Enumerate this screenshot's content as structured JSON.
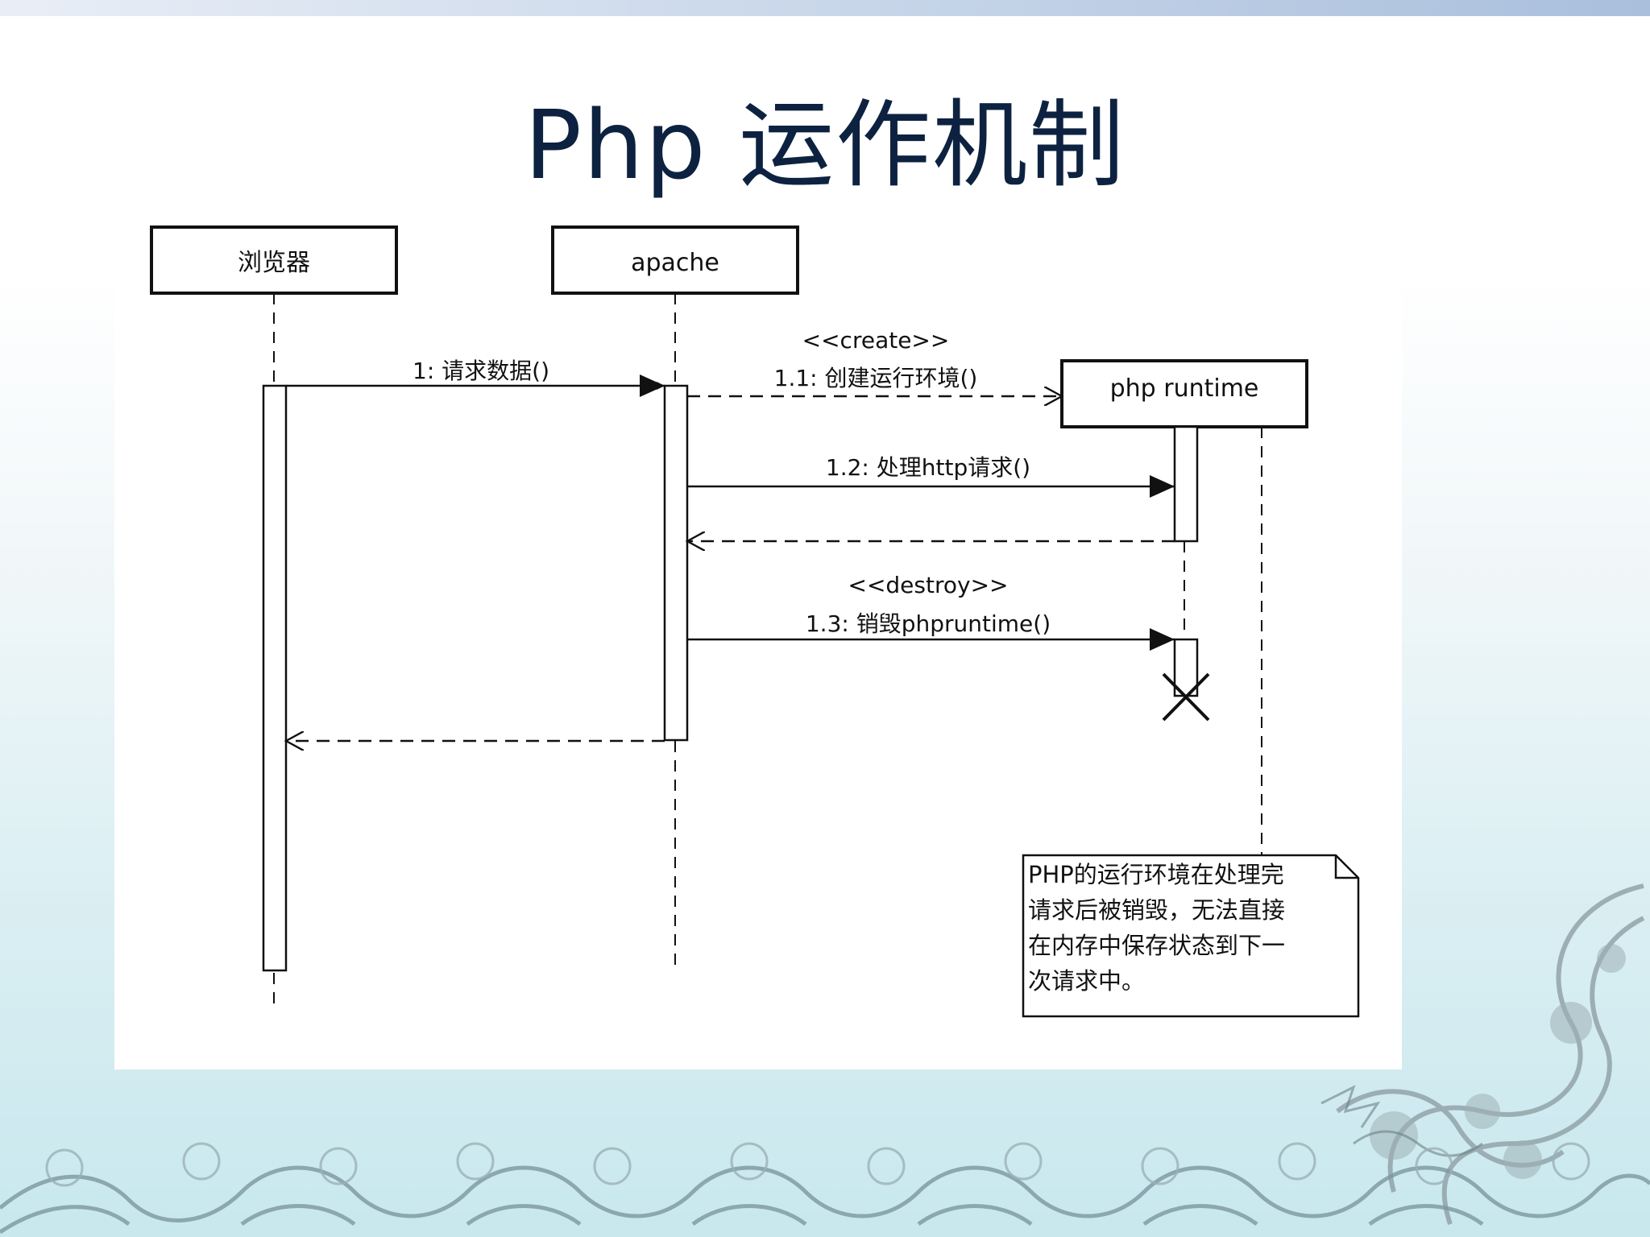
{
  "title": "Php 运作机制",
  "lifelines": {
    "browser": "浏览器",
    "apache": "apache",
    "runtime": "php runtime"
  },
  "messages": {
    "m1": "1: 请求数据()",
    "create_stereotype": "<<create>>",
    "m1_1": "1.1: 创建运行环境()",
    "m1_2": "1.2: 处理http请求()",
    "destroy_stereotype": "<<destroy>>",
    "m1_3": "1.3: 销毁phpruntime()"
  },
  "note": {
    "line1": "PHP的运行环境在处理完",
    "line2": "请求后被销毁，无法直接",
    "line3": "在内存中保存状态到下一",
    "line4": "次请求中。"
  },
  "colors": {
    "title": "#0d2240",
    "diagram_line": "#111111",
    "background_bottom": "#c8e8ee"
  }
}
